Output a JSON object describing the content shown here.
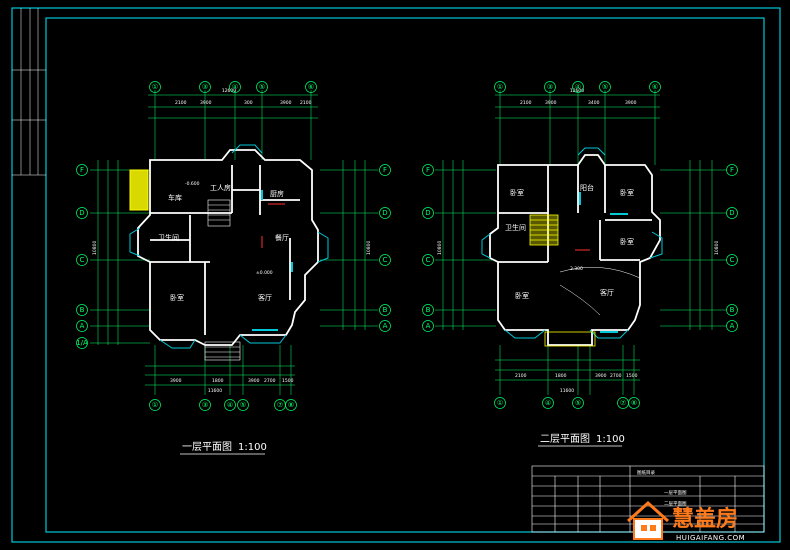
{
  "colors": {
    "background": "#000000",
    "frame": "#00c8d8",
    "wall": "#ffffff",
    "dimension": "#00ff66",
    "stair": "#ffff00",
    "grid_bubble": "#00ff66",
    "window": "#00c8d8",
    "red_accent": "#ff3030",
    "brand": "#ff7a1a"
  },
  "plans": [
    {
      "title": "一层平面图",
      "scale": "1:100",
      "grid_top": [
        "①",
        "③",
        "④",
        "⑤",
        "⑥"
      ],
      "grid_bottom": [
        "①",
        "③",
        "④",
        "⑤",
        "⑦",
        "⑧"
      ],
      "grid_left": [
        "F",
        "D",
        "C",
        "B",
        "A",
        "1/A"
      ],
      "grid_right": [
        "F",
        "D",
        "C",
        "B",
        "A"
      ],
      "dim_top_total": "12600",
      "dim_top_parts": [
        "2100",
        "3900",
        "300",
        "3900",
        "2100"
      ],
      "dim_bottom_total": "11600",
      "dim_bottom_parts": [
        "3900",
        "1800",
        "3900",
        "2700",
        "1500"
      ],
      "dim_side_total": "10800",
      "rooms": [
        "工人房",
        "餐厅",
        "车库",
        "卫生间",
        "厨房",
        "卧室",
        "客厅"
      ],
      "levels": [
        "-0.600",
        "±0.000"
      ]
    },
    {
      "title": "二层平面图",
      "scale": "1:100",
      "grid_top": [
        "①",
        "③",
        "④",
        "⑤",
        "⑥"
      ],
      "grid_bottom": [
        "①",
        "④",
        "⑤",
        "⑦",
        "⑧"
      ],
      "grid_left": [
        "F",
        "D",
        "C",
        "B",
        "A"
      ],
      "grid_right": [
        "F",
        "D",
        "C",
        "B",
        "A"
      ],
      "dim_top_total": "12600",
      "dim_top_parts": [
        "2100",
        "3900",
        "3400",
        "3900"
      ],
      "dim_bottom_total": "11600",
      "dim_bottom_parts": [
        "2100",
        "1800",
        "3900",
        "2700",
        "1500"
      ],
      "dim_side_total": "10800",
      "rooms": [
        "卧室",
        "卫生间",
        "卧室",
        "卧室",
        "卧室",
        "客厅",
        "阳台"
      ],
      "levels": [
        "3.300"
      ]
    }
  ],
  "title_block": {
    "header": "图纸目录",
    "sheet_names": [
      "一层平面图",
      "二层平面图"
    ]
  },
  "watermark": {
    "brand": "慧盖房",
    "url": "HUIGAIFANG.COM"
  }
}
